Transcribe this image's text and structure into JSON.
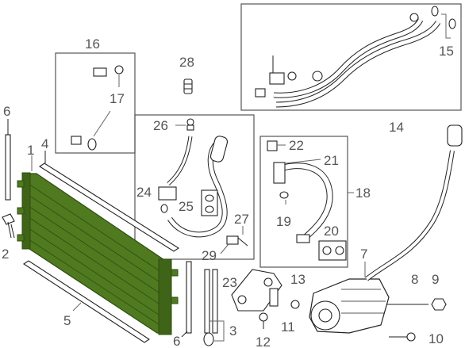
{
  "callouts": {
    "c1": "1",
    "c2": "2",
    "c3": "3",
    "c4": "4",
    "c5": "5",
    "c6a": "6",
    "c6b": "6",
    "c7": "7",
    "c8": "8",
    "c9": "9",
    "c10": "10",
    "c11": "11",
    "c12": "12",
    "c13": "13",
    "c14": "14",
    "c15": "15",
    "c16": "16",
    "c17": "17",
    "c18": "18",
    "c19": "19",
    "c20": "20",
    "c21": "21",
    "c22": "22",
    "c23": "23",
    "c24": "24",
    "c25": "25",
    "c26": "26",
    "c27": "27",
    "c28": "28",
    "c29": "29"
  },
  "colors": {
    "condenser": "#4f7a1f",
    "condenser_dark": "#2f4d10",
    "line": "#222222",
    "callout_text": "#555555"
  }
}
